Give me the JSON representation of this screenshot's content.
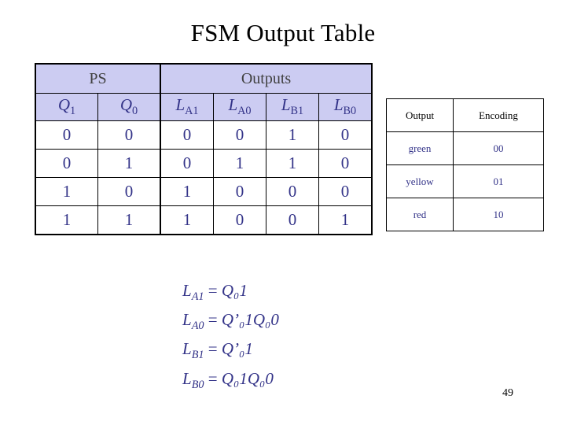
{
  "title": "FSM Output Table",
  "truth_table": {
    "group_headers": [
      {
        "label": "PS",
        "span": 2
      },
      {
        "label": "Outputs",
        "span": 4
      }
    ],
    "columns": [
      {
        "base": "Q",
        "sub": "1"
      },
      {
        "base": "Q",
        "sub": "0"
      },
      {
        "base": "L",
        "sub": "A1"
      },
      {
        "base": "L",
        "sub": "A0"
      },
      {
        "base": "L",
        "sub": "B1"
      },
      {
        "base": "L",
        "sub": "B0"
      }
    ],
    "rows": [
      [
        "0",
        "0",
        "0",
        "0",
        "1",
        "0"
      ],
      [
        "0",
        "1",
        "0",
        "1",
        "1",
        "0"
      ],
      [
        "1",
        "0",
        "1",
        "0",
        "0",
        "0"
      ],
      [
        "1",
        "1",
        "1",
        "0",
        "0",
        "1"
      ]
    ]
  },
  "encoding_table": {
    "headers": [
      "Output",
      "Encoding"
    ],
    "rows": [
      [
        "green",
        "00"
      ],
      [
        "yellow",
        "01"
      ],
      [
        "red",
        "10"
      ]
    ]
  },
  "equations": [
    {
      "lhs_base": "L",
      "lhs_sub": "A1",
      "rhs": "Q₀1"
    },
    {
      "lhs_base": "L",
      "lhs_sub": "A0",
      "rhs": "Q’₀1Q₀0"
    },
    {
      "lhs_base": "L",
      "lhs_sub": "B1",
      "rhs": "Q’₀1"
    },
    {
      "lhs_base": "L",
      "lhs_sub": "B0",
      "rhs": "Q₀1Q₀0"
    }
  ],
  "equations_text": [
    "LA1 = Q1",
    "LA0 = Q'1Q0",
    "LB1 = Q'1",
    "LB0 = Q1Q0"
  ],
  "page_number": "49"
}
